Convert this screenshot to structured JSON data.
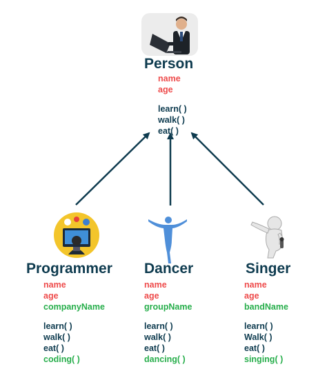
{
  "colors": {
    "title": "#0e3b4f",
    "attribute": "#ee4b4b",
    "subclass_field": "#27ae4b",
    "arrow": "#0e3b4f"
  },
  "person": {
    "title": "Person",
    "attributes": [
      "name",
      "age"
    ],
    "methods": [
      "learn( )",
      "walk( )",
      "eat( )"
    ],
    "icon": "businessman-laptop-icon"
  },
  "programmer": {
    "title": "Programmer",
    "attributes": [
      "name",
      "age"
    ],
    "extra_attribute": "companyName",
    "methods": [
      "learn( )",
      "walk( )",
      "eat( )"
    ],
    "extra_method": "coding( )",
    "icon": "programmer-computer-icon"
  },
  "dancer": {
    "title": "Dancer",
    "attributes": [
      "name",
      "age"
    ],
    "extra_attribute": "groupName",
    "methods": [
      "learn( )",
      "walk( )",
      "eat( )"
    ],
    "extra_method": "dancing( )",
    "icon": "dancer-silhouette-icon"
  },
  "singer": {
    "title": "Singer",
    "attributes": [
      "name",
      "age"
    ],
    "extra_attribute": "bandName",
    "methods": [
      "learn( )",
      "Walk( )",
      "eat( )"
    ],
    "extra_method": "singing( )",
    "icon": "singer-microphone-icon"
  }
}
